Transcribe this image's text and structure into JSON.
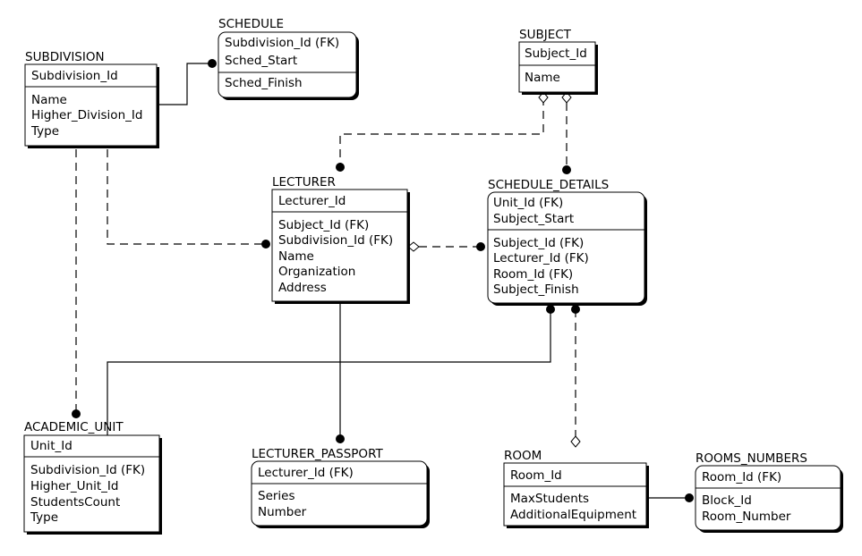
{
  "entities": {
    "schedule": {
      "name": "SCHEDULE",
      "key_attrs": [
        "Subdivision_Id (FK)",
        "Sched_Start"
      ],
      "attrs": [
        "Sched_Finish"
      ]
    },
    "subject": {
      "name": "SUBJECT",
      "key_attrs": [
        "Subject_Id"
      ],
      "attrs": [
        "Name"
      ]
    },
    "subdivision": {
      "name": "SUBDIVISION",
      "key_attrs": [
        "Subdivision_Id"
      ],
      "attrs": [
        "Name",
        "Higher_Division_Id",
        "Type"
      ]
    },
    "lecturer": {
      "name": "LECTURER",
      "key_attrs": [
        "Lecturer_Id"
      ],
      "attrs": [
        "Subject_Id (FK)",
        "Subdivision_Id (FK)",
        "Name",
        "Organization",
        "Address"
      ]
    },
    "schedule_details": {
      "name": "SCHEDULE_DETAILS",
      "key_attrs": [
        "Unit_Id (FK)",
        "Subject_Start"
      ],
      "attrs": [
        "Subject_Id (FK)",
        "Lecturer_Id (FK)",
        "Room_Id (FK)",
        "Subject_Finish"
      ]
    },
    "academic_unit": {
      "name": "ACADEMIC_UNIT",
      "key_attrs": [
        "Unit_Id"
      ],
      "attrs": [
        "Subdivision_Id (FK)",
        "Higher_Unit_Id",
        "StudentsCount",
        "Type"
      ]
    },
    "lecturer_passport": {
      "name": "LECTURER_PASSPORT",
      "key_attrs": [
        "Lecturer_Id (FK)"
      ],
      "attrs": [
        "Series",
        "Number"
      ]
    },
    "room": {
      "name": "ROOM",
      "key_attrs": [
        "Room_Id"
      ],
      "attrs": [
        "MaxStudents",
        "AdditionalEquipment"
      ]
    },
    "rooms_numbers": {
      "name": "ROOMS_NUMBERS",
      "key_attrs": [
        "Room_Id (FK)"
      ],
      "attrs": [
        "Block_Id",
        "Room_Number"
      ]
    }
  }
}
